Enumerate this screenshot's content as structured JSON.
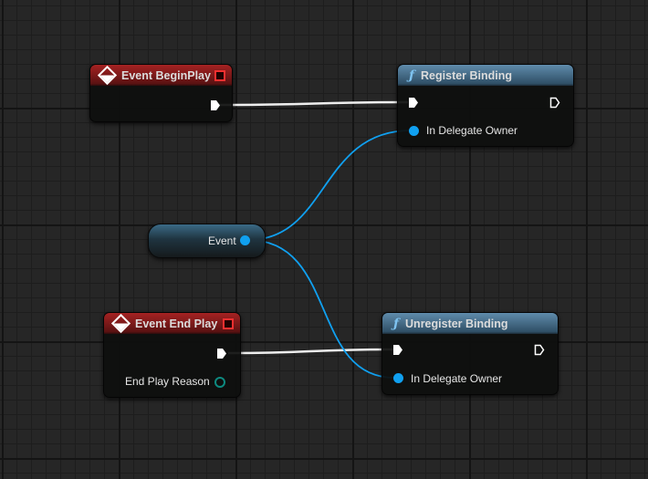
{
  "nodes": {
    "begin_play": {
      "title": "Event BeginPlay",
      "icon": "event-diamond-icon"
    },
    "register": {
      "title": "Register Binding",
      "icon": "function-icon",
      "pin_delegate": "In Delegate Owner"
    },
    "event_var": {
      "label": "Event"
    },
    "end_play": {
      "title": "Event End Play",
      "icon": "event-diamond-icon",
      "pin_reason": "End Play Reason"
    },
    "unregister": {
      "title": "Unregister Binding",
      "icon": "function-icon",
      "pin_delegate": "In Delegate Owner"
    }
  },
  "colors": {
    "event_header": "#a52222",
    "function_header": "#5f8bab",
    "delegate_pin": "#10a0f0",
    "exec_wire": "#ffffff",
    "enum_pin": "#0d8a80"
  }
}
